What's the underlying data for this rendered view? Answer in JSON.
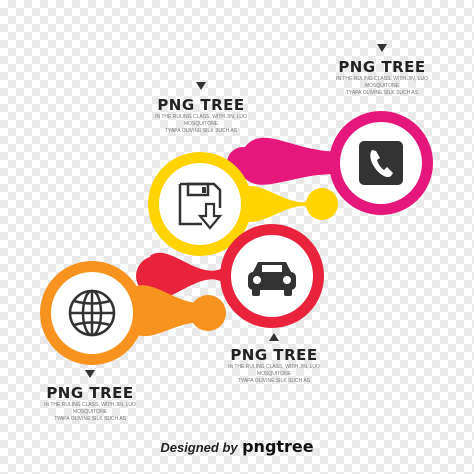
{
  "colors": {
    "orange": "#f7931e",
    "red": "#e8233b",
    "yellow": "#ffd400",
    "magenta": "#e5177b",
    "icon_dark": "#333333"
  },
  "steps": [
    {
      "title": "PNG TREE",
      "lines": [
        "IN THE RULING CLASS, WITH JIN, LUO",
        "MOSQUITONE",
        "TYAPA OLIVINE SILK SUCH AS"
      ],
      "icon": "globe-icon",
      "color": "orange"
    },
    {
      "title": "PNG TREE",
      "lines": [
        "IN THE RULING CLASS, WITH JIN, LUO",
        "MOSQUITONE",
        "TYAPA OLIVINE SILK SUCH AS"
      ],
      "icon": "car-icon",
      "color": "red"
    },
    {
      "title": "PNG TREE",
      "lines": [
        "IN THE RULING CLASS, WITH JIN, LUO",
        "MOSQUITONE",
        "TYAPA OLIVINE SILK SUCH AS"
      ],
      "icon": "save-download-icon",
      "color": "yellow"
    },
    {
      "title": "PNG TREE",
      "lines": [
        "IN THE RULING CLASS, WITH JIN, LUO",
        "MOSQUITONE",
        "TYAPA OLIVINE SILK SUCH AS"
      ],
      "icon": "phone-icon",
      "color": "magenta"
    }
  ],
  "footer": {
    "designed_by": "Designed by",
    "brand": "pngtree"
  }
}
